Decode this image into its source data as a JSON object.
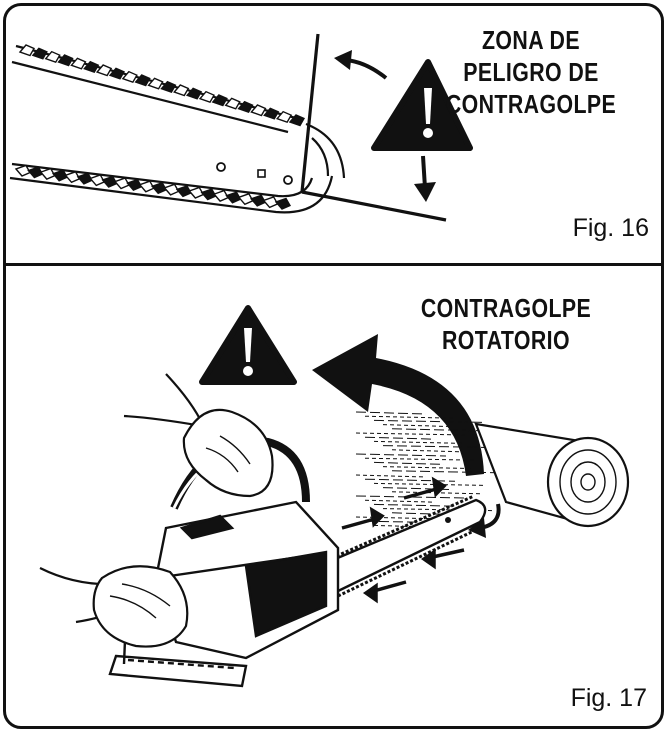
{
  "fig16": {
    "heading_lines": [
      "ZONA DE",
      "PELIGRO DE",
      "CONTRAGOLPE"
    ],
    "caption": "Fig. 16",
    "icons": [
      "warning-triangle-icon",
      "rotate-arrow-icon",
      "down-arrow-icon"
    ]
  },
  "fig17": {
    "heading_lines": [
      "CONTRAGOLPE",
      "ROTATORIO"
    ],
    "caption": "Fig. 17",
    "icons": [
      "warning-triangle-icon",
      "curved-kickback-arrow-icon"
    ]
  },
  "colors": {
    "ink": "#111111",
    "paper": "#ffffff"
  }
}
